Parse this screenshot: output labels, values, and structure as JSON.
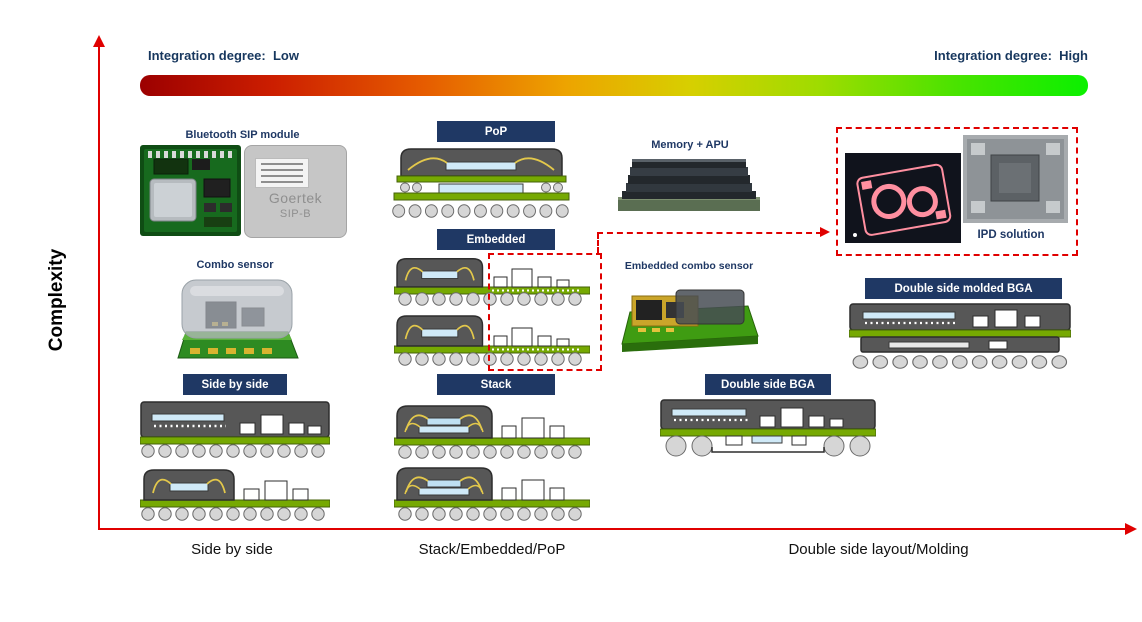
{
  "axis": {
    "y_label": "Complexity",
    "x_labels": [
      "Side by side",
      "Stack/Embedded/PoP",
      "Double side layout/Molding"
    ]
  },
  "gradient": {
    "low_label": "Integration degree:  Low",
    "high_label": "Integration degree:  High"
  },
  "captions": {
    "bluetooth": "Bluetooth SIP module",
    "combo_sensor": "Combo sensor",
    "memory_apu": "Memory + APU",
    "embedded_combo": "Embedded combo sensor",
    "ipd": "IPD solution"
  },
  "package_labels": {
    "pop": "PoP",
    "embedded": "Embedded",
    "stack": "Stack",
    "side_by_side": "Side by side",
    "double_side_bga": "Double side BGA",
    "double_side_molded_bga": "Double side molded BGA"
  },
  "chip_text": {
    "brand": "Goertek",
    "model": "SIP-B"
  },
  "colors": {
    "axis_red": "#e00000",
    "label_navy": "#1f3864",
    "substrate_green": "#76a902",
    "die_blue": "#cfe9f7",
    "wire_yellow": "#e3c84b",
    "mold_gray": "#575757",
    "gradient_left": "#9c0000",
    "gradient_right": "#0bf000"
  }
}
